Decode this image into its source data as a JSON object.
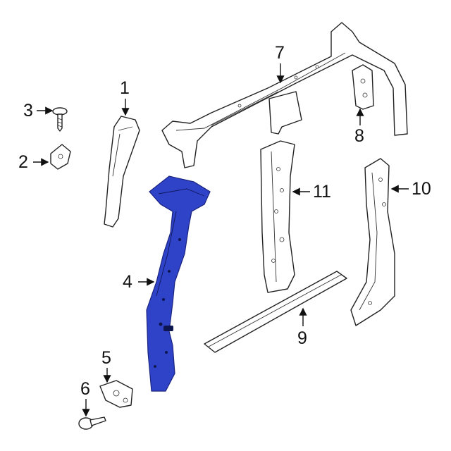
{
  "diagram": {
    "callouts": [
      {
        "id": "1",
        "label": "1"
      },
      {
        "id": "2",
        "label": "2"
      },
      {
        "id": "3",
        "label": "3"
      },
      {
        "id": "4",
        "label": "4"
      },
      {
        "id": "5",
        "label": "5"
      },
      {
        "id": "6",
        "label": "6"
      },
      {
        "id": "7",
        "label": "7"
      },
      {
        "id": "8",
        "label": "8"
      },
      {
        "id": "9",
        "label": "9"
      },
      {
        "id": "10",
        "label": "10"
      },
      {
        "id": "11",
        "label": "11"
      }
    ],
    "colors": {
      "highlight": "#2f43c9",
      "line": "#222222"
    }
  }
}
